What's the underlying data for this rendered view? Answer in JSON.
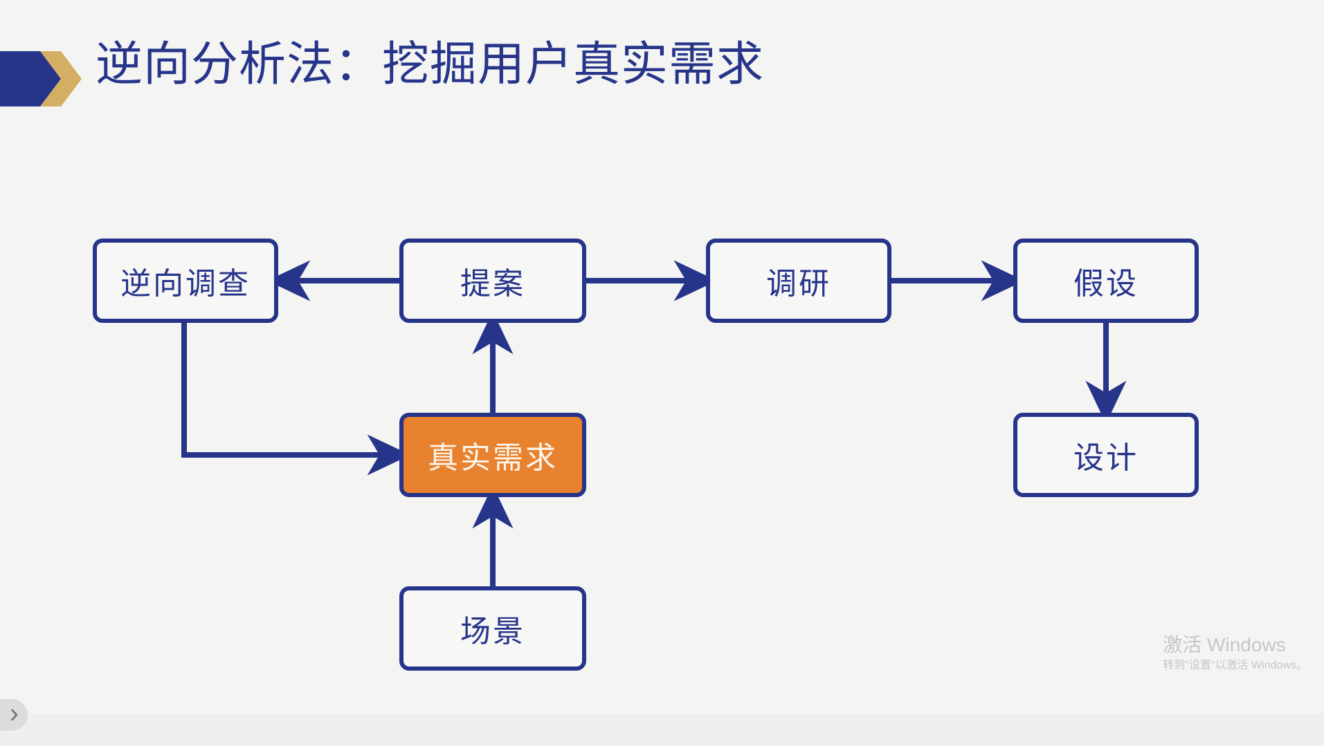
{
  "slide": {
    "title": "逆向分析法：挖掘用户真实需求",
    "background_color": "#f4f4f3",
    "accent_navy": "#26348a",
    "accent_gold": "#d4ae62",
    "accent_orange": "#e8822e"
  },
  "decoration": {
    "arrow_icon": "navy-pentagon-arrow-icon",
    "chevron_icon": "gold-chevron-icon"
  },
  "diagram": {
    "type": "flowchart",
    "nodes": [
      {
        "id": "reverse-survey",
        "label": "逆向调查",
        "fill": "#f7f7f6",
        "text_color": "#26348a"
      },
      {
        "id": "proposal",
        "label": "提案",
        "fill": "#f7f7f6",
        "text_color": "#26348a"
      },
      {
        "id": "research",
        "label": "调研",
        "fill": "#f7f7f6",
        "text_color": "#26348a"
      },
      {
        "id": "hypothesis",
        "label": "假设",
        "fill": "#f7f7f6",
        "text_color": "#26348a"
      },
      {
        "id": "real-needs",
        "label": "真实需求",
        "fill": "#e8822e",
        "text_color": "#fdf6ee"
      },
      {
        "id": "design",
        "label": "设计",
        "fill": "#f7f7f6",
        "text_color": "#26348a"
      },
      {
        "id": "scenario",
        "label": "场景",
        "fill": "#f7f7f6",
        "text_color": "#26348a"
      }
    ],
    "edges": [
      {
        "from": "proposal",
        "to": "reverse-survey",
        "direction": "left"
      },
      {
        "from": "proposal",
        "to": "research",
        "direction": "right"
      },
      {
        "from": "research",
        "to": "hypothesis",
        "direction": "right"
      },
      {
        "from": "hypothesis",
        "to": "design",
        "direction": "down"
      },
      {
        "from": "real-needs",
        "to": "proposal",
        "direction": "up"
      },
      {
        "from": "scenario",
        "to": "real-needs",
        "direction": "up"
      },
      {
        "from": "reverse-survey",
        "to": "real-needs",
        "direction": "elbow-down-right"
      }
    ]
  },
  "watermark": {
    "title": "激活 Windows",
    "subtitle": "转到\"设置\"以激活 Windows。"
  },
  "expand_pill": {
    "icon": "chevron-right-icon"
  }
}
